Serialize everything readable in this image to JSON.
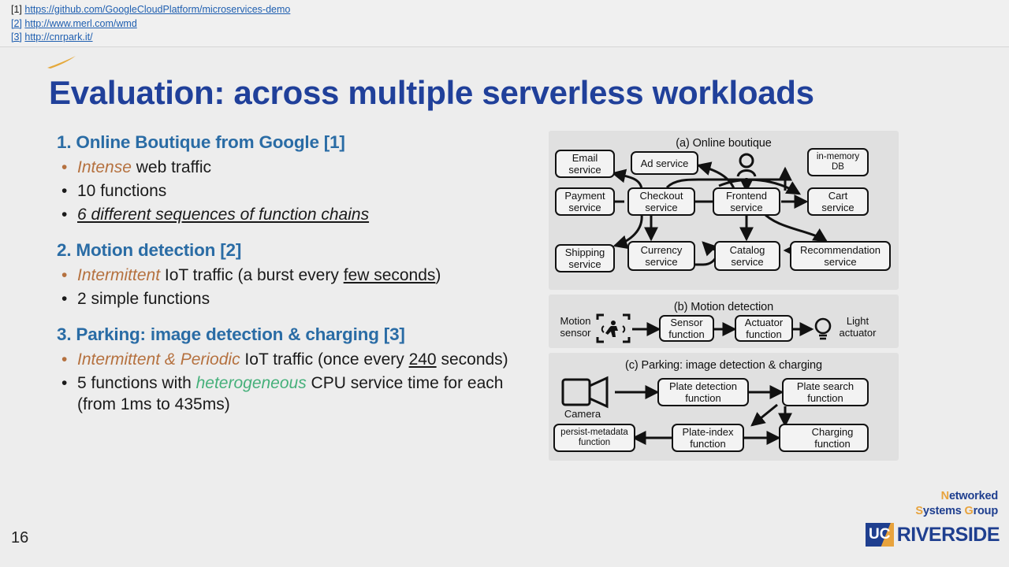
{
  "slide": {
    "page_number": "16",
    "title": "Evaluation: across multiple serverless workloads",
    "title_color": "#20409a",
    "heading_color": "#2a6ca5",
    "accent_orange": "#b5713f",
    "accent_green": "#45b07a",
    "background": "#ededed"
  },
  "references": [
    {
      "num": "[1]",
      "url": "https://github.com/GoogleCloudPlatform/microservices-demo"
    },
    {
      "num": "[2]",
      "url": "http://www.merl.com/wmd"
    },
    {
      "num": "[3]",
      "url": "http://cnrpark.it/"
    }
  ],
  "workloads": [
    {
      "heading": "1. Online Boutique from Google [1]",
      "bullets": [
        {
          "dot_color": "orange",
          "parts": [
            {
              "text": "Intense",
              "style": "italic-orange"
            },
            {
              "text": " web traffic",
              "style": "plain"
            }
          ]
        },
        {
          "dot_color": "dark",
          "parts": [
            {
              "text": " 10 functions",
              "style": "plain"
            }
          ]
        },
        {
          "dot_color": "dark",
          "parts": [
            {
              "text": "6 different sequences of function chains ",
              "style": "italic-underline"
            }
          ]
        }
      ]
    },
    {
      "heading": "2. Motion detection [2]",
      "bullets": [
        {
          "dot_color": "orange",
          "parts": [
            {
              "text": "Intermittent",
              "style": "italic-orange"
            },
            {
              "text": " IoT traffic (a burst every ",
              "style": "plain"
            },
            {
              "text": "few seconds",
              "style": "underline"
            },
            {
              "text": ")",
              "style": "plain"
            }
          ]
        },
        {
          "dot_color": "dark",
          "parts": [
            {
              "text": " 2 simple functions",
              "style": "plain"
            }
          ]
        }
      ]
    },
    {
      "heading": "3. Parking: image detection & charging [3]",
      "bullets": [
        {
          "dot_color": "orange",
          "parts": [
            {
              "text": "Intermittent & Periodic",
              "style": "italic-orange"
            },
            {
              "text": " IoT traffic (once every ",
              "style": "plain"
            },
            {
              "text": "240",
              "style": "underline"
            },
            {
              "text": " seconds)",
              "style": "plain"
            }
          ]
        },
        {
          "dot_color": "dark",
          "parts": [
            {
              "text": " 5 functions with ",
              "style": "plain"
            },
            {
              "text": "heterogeneous",
              "style": "italic-green"
            },
            {
              "text": " CPU service time for each (from 1ms to 435ms)",
              "style": "plain"
            }
          ]
        }
      ]
    }
  ],
  "figure": {
    "panel_a": {
      "caption": "(a) Online boutique",
      "nodes": {
        "email": "Email\nservice",
        "payment": "Payment\nservice",
        "shipping": "Shipping\nservice",
        "ad": "Ad service",
        "checkout": "Checkout\nservice",
        "currency": "Currency\nservice",
        "frontend": "Frontend\nservice",
        "catalog": "Catalog\nservice",
        "cart": "Cart\nservice",
        "db": "in-memory\nDB",
        "recommendation": "Recommendation\nservice",
        "user_icon": "user-icon"
      }
    },
    "panel_b": {
      "caption": "(b) Motion detection",
      "nodes": {
        "motion_sensor": "Motion\nsensor",
        "sensor_fn": "Sensor\nfunction",
        "actuator_fn": "Actuator\nfunction",
        "light_actuator": "Light\nactuator"
      }
    },
    "panel_c": {
      "caption": "(c) Parking: image detection & charging",
      "nodes": {
        "camera": "Camera",
        "plate_detection": "Plate detection\nfunction",
        "plate_search": "Plate search\nfunction",
        "persist_metadata": "persist-metadata\nfunction",
        "plate_index": "Plate-index\nfunction",
        "charging": "Charging\nfunction"
      }
    }
  },
  "logo": {
    "line1_lead": "N",
    "line1_rest": "etworked",
    "line2_lead_s": "S",
    "line2_mid": "ystems ",
    "line2_lead_g": "G",
    "line2_rest": "roup",
    "uc": "UC",
    "riverside": "RIVERSIDE"
  }
}
